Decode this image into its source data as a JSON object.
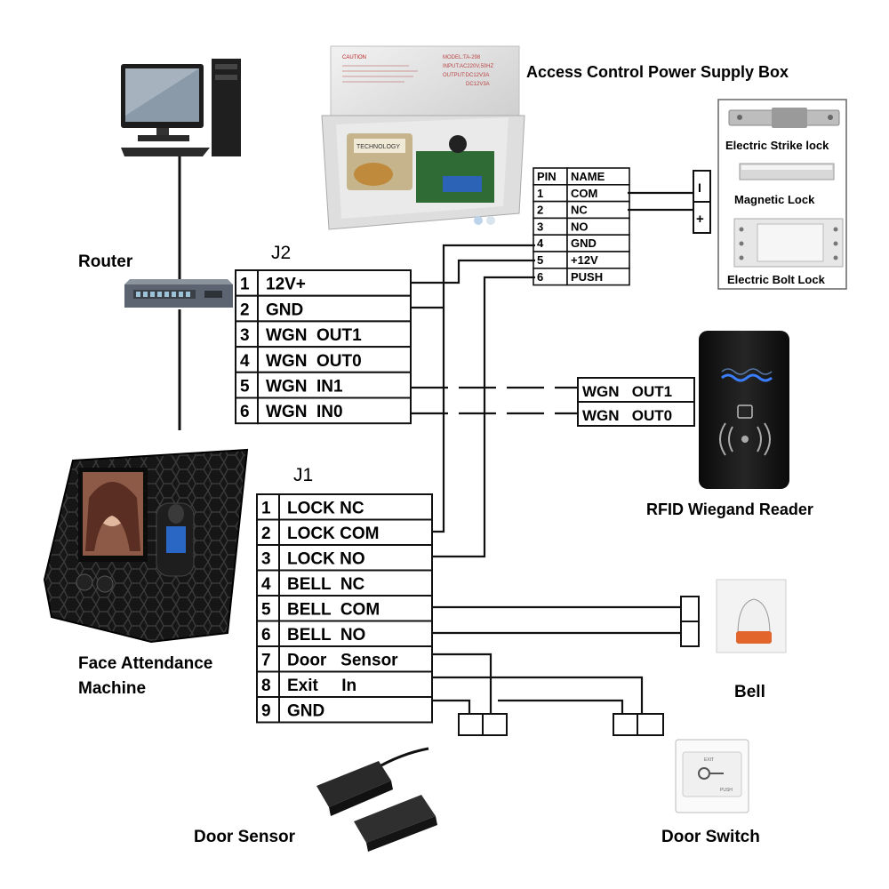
{
  "labels": {
    "power_supply": "Access Control Power Supply Box",
    "router": "Router",
    "face_machine_line1": "Face Attendance",
    "face_machine_line2": "Machine",
    "rfid_reader": "RFID Wiegand Reader",
    "bell": "Bell",
    "door_sensor": "Door Sensor",
    "door_switch": "Door Switch"
  },
  "psu_photo": {
    "caution": "CAUTION",
    "model": "MODEL:TA-298",
    "input": "INPUT:AC220V,50HZ",
    "output": "OUTPUT:DC12V3A",
    "output2": "DC12V3A",
    "transformer": "TECHNOLOGY"
  },
  "locks": {
    "strike": "Electric Strike lock",
    "magnetic": "Magnetic Lock",
    "bolt": "Electric Bolt Lock",
    "minus": "I",
    "plus": "+"
  },
  "psu_table": {
    "headers": [
      "PIN",
      "NAME"
    ],
    "rows": [
      [
        "1",
        "COM"
      ],
      [
        "2",
        "NC"
      ],
      [
        "3",
        "NO"
      ],
      [
        "4",
        "GND"
      ],
      [
        "5",
        "+12V"
      ],
      [
        "6",
        "PUSH"
      ]
    ]
  },
  "j2": {
    "title": "J2",
    "rows": [
      [
        "1",
        "12V+"
      ],
      [
        "2",
        "GND"
      ],
      [
        "3",
        "WGN  OUT1"
      ],
      [
        "4",
        "WGN  OUT0"
      ],
      [
        "5",
        "WGN  IN1"
      ],
      [
        "6",
        "WGN  IN0"
      ]
    ]
  },
  "j1": {
    "title": "J1",
    "rows": [
      [
        "1",
        "LOCK NC"
      ],
      [
        "2",
        "LOCK COM"
      ],
      [
        "3",
        "LOCK NO"
      ],
      [
        "4",
        "BELL  NC"
      ],
      [
        "5",
        "BELL  COM"
      ],
      [
        "6",
        "BELL  NO"
      ],
      [
        "7",
        "Door   Sensor"
      ],
      [
        "8",
        "Exit     In"
      ],
      [
        "9",
        "GND"
      ]
    ]
  },
  "wiegand": {
    "out1": "WGN   OUT1",
    "out0": "WGN   OUT0"
  },
  "door_switch_photo": {
    "top": "EXIT",
    "bottom": "PUSH"
  }
}
